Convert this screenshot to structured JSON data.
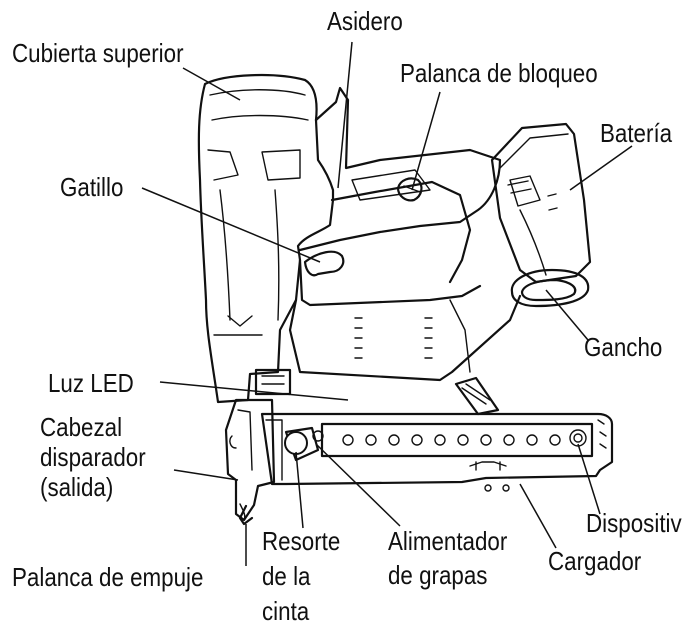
{
  "labels": {
    "top_cover": "Cubierta superior",
    "handle": "Asidero",
    "lock_lever": "Palanca de bloqueo",
    "battery": "Batería",
    "trigger": "Gatillo",
    "hook": "Gancho",
    "led_light": "Luz LED",
    "driver_head": [
      "Cabezal",
      "disparador",
      "(salida)"
    ],
    "device": "Dispositiv",
    "push_lever": "Palanca de empuje",
    "tape_spring": [
      "Resorte",
      "de la",
      "cinta"
    ],
    "staple_feeder": [
      "Alimentador",
      "de grapas"
    ],
    "magazine": "Cargador"
  }
}
